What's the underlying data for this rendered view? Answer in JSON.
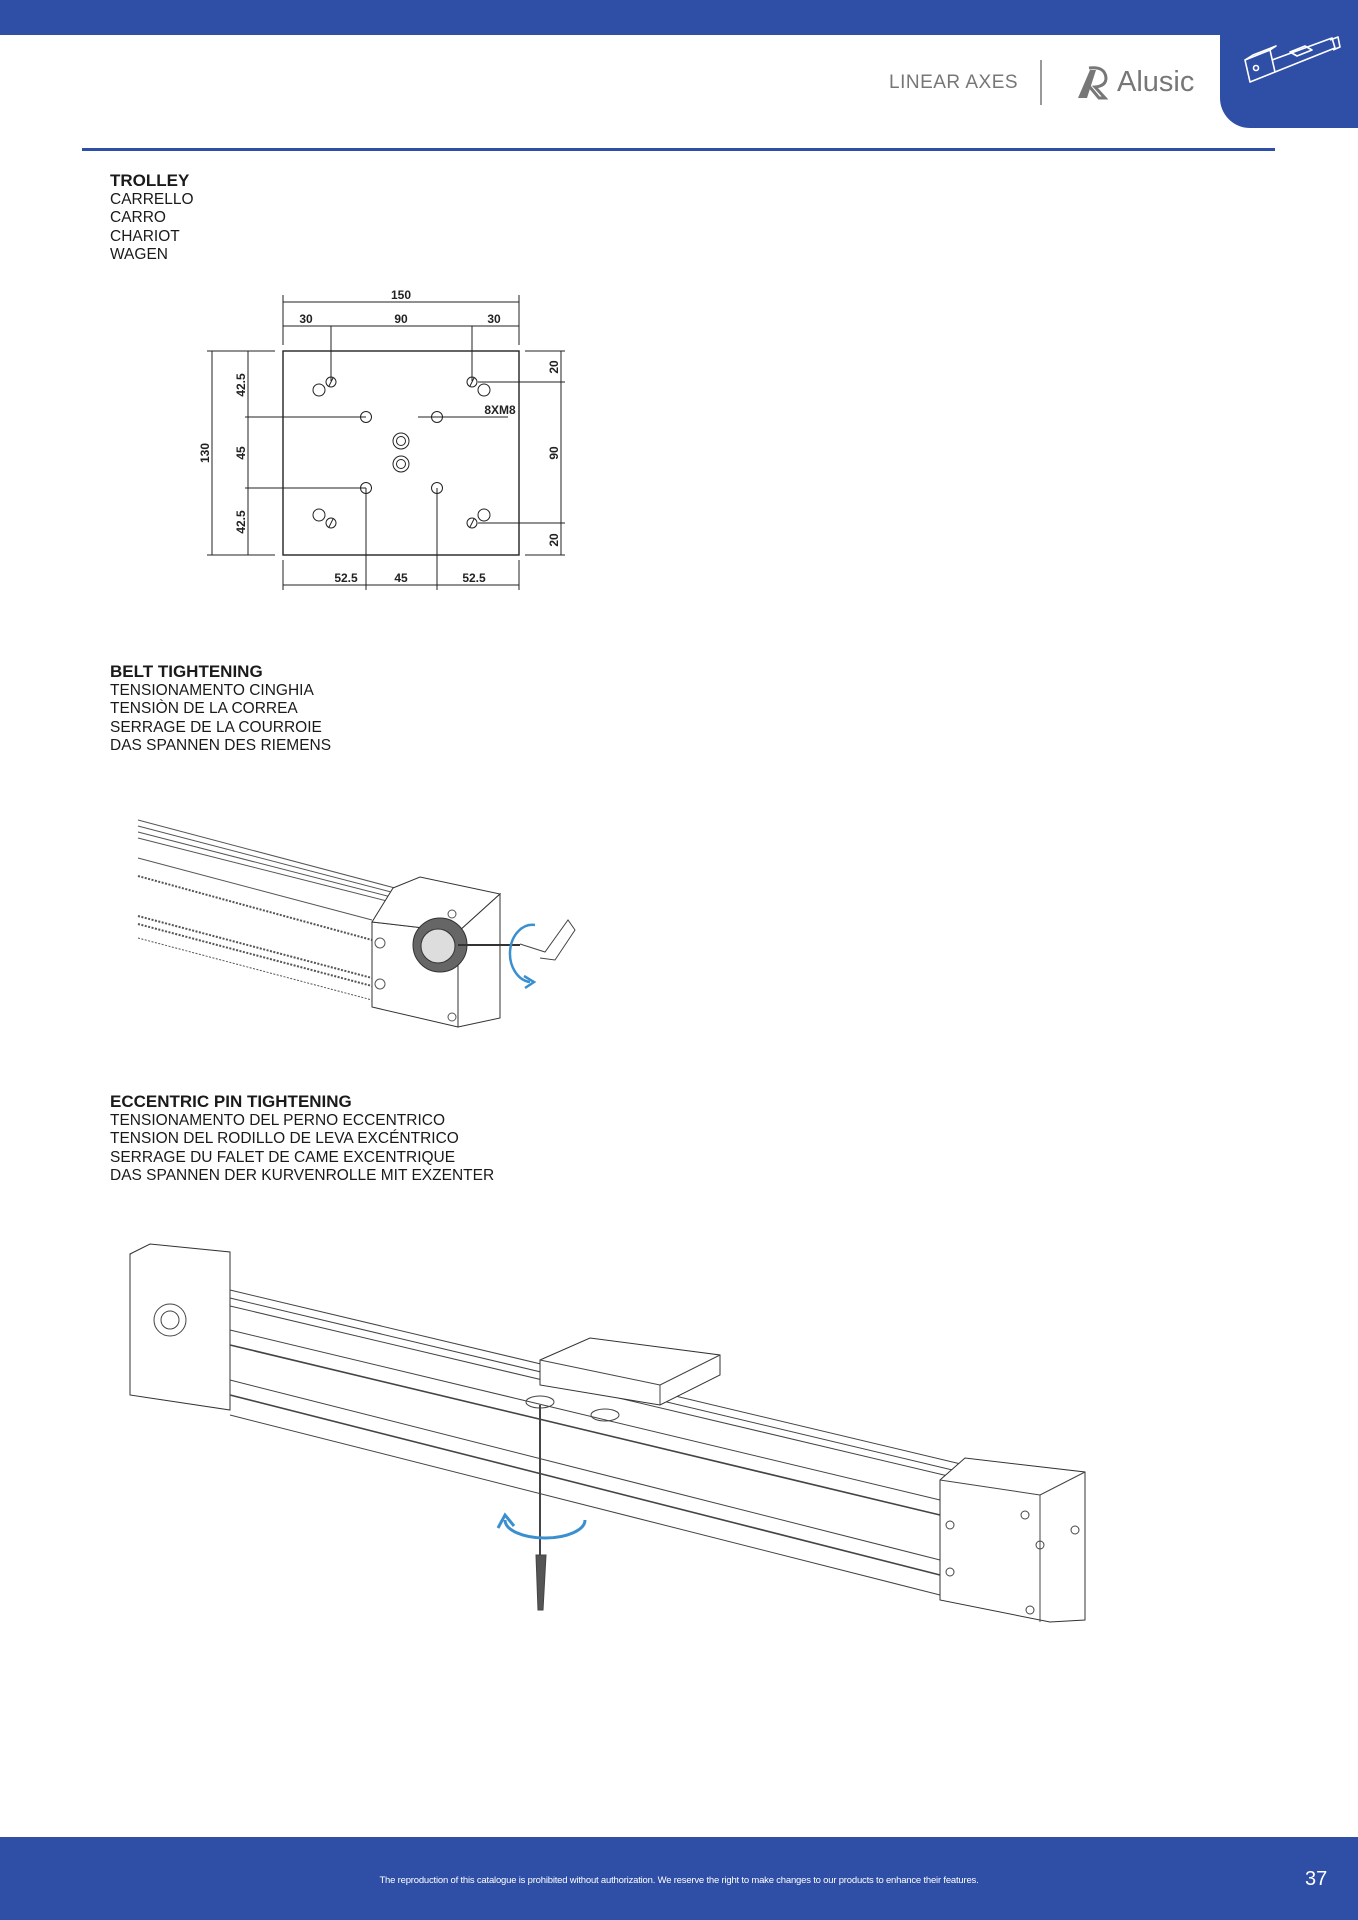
{
  "header": {
    "section": "LINEAR AXES",
    "brand": "Alusic",
    "accent_color": "#2f4fa6",
    "tab_icon": "linear-axis-icon"
  },
  "sections": [
    {
      "title": "TROLLEY",
      "translations": [
        "CARRELLO",
        "CARRO",
        "CHARIOT",
        "WAGEN"
      ]
    },
    {
      "title": "BELT TIGHTENING",
      "translations": [
        "TENSIONAMENTO CINGHIA",
        "TENSIÒN DE LA CORREA",
        "SERRAGE DE LA COURROIE",
        "DAS SPANNEN DES RIEMENS"
      ]
    },
    {
      "title": "ECCENTRIC PIN TIGHTENING",
      "translations": [
        "TENSIONAMENTO DEL PERNO ECCENTRICO",
        "TENSION DEL RODILLO DE LEVA EXCÉNTRICO",
        "SERRAGE DU FALET DE CAME EXCENTRIQUE",
        "DAS SPANNEN DER KURVENROLLE MIT EXZENTER"
      ]
    }
  ],
  "trolley_drawing": {
    "overall_width": "150",
    "top_left": "30",
    "top_mid": "90",
    "top_right": "30",
    "overall_height": "130",
    "left_top": "42.5",
    "left_mid": "45",
    "left_bottom": "42.5",
    "right_top": "20",
    "right_mid": "90",
    "right_bottom": "20",
    "bottom_left": "52.5",
    "bottom_mid": "45",
    "bottom_right": "52.5",
    "thread_callout": "8XM8"
  },
  "footer": {
    "notice": "The reproduction of this catalogue is prohibited without authorization. We reserve the right to make changes to our products to enhance their features.",
    "page_number": "37"
  }
}
